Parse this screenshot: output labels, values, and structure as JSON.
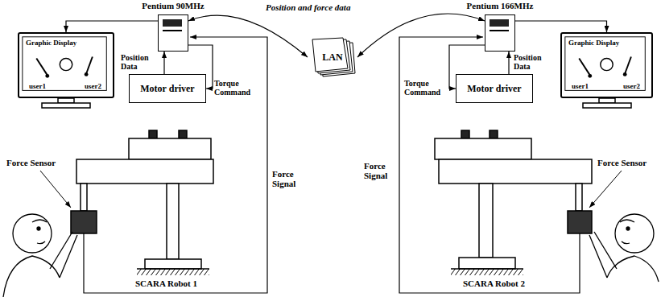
{
  "diagram": {
    "nodes": [
      {
        "text": [
          "Graphic Display",
          "user1",
          "user2"
        ]
      },
      {
        "text": [
          "Pentium 90MHz"
        ]
      },
      {
        "text": [
          "Motor driver"
        ]
      },
      {
        "text": [
          "LAN"
        ]
      },
      {
        "text": [
          "Pentium 166MHz"
        ]
      },
      {
        "text": [
          "Motor driver"
        ]
      },
      {
        "text": [
          "Graphic Display",
          "user1",
          "user2"
        ]
      }
    ],
    "edges": [
      {
        "from": 1,
        "to": 0,
        "arrow": "to"
      },
      {
        "from": 2,
        "to": 1,
        "arrow": "to",
        "label": "Position Data"
      },
      {
        "from": 1,
        "to": 2,
        "arrow": "to",
        "label": "Torque Command"
      },
      {
        "from": 1,
        "to": 3,
        "arrow": "both"
      },
      {
        "from": 3,
        "to": 4,
        "arrow": "both"
      },
      {
        "from": 4,
        "to": 6,
        "arrow": "to"
      },
      {
        "from": 5,
        "to": 4,
        "arrow": "to",
        "label": "Position Data"
      },
      {
        "from": 4,
        "to": 5,
        "arrow": "to",
        "label": "Torque Command"
      }
    ],
    "labels": [
      "Position and force data",
      "Force Sensor",
      "SCARA Robot 1",
      "Force Signal",
      "Force Sensor",
      "SCARA Robot 2",
      "Force Signal"
    ]
  }
}
